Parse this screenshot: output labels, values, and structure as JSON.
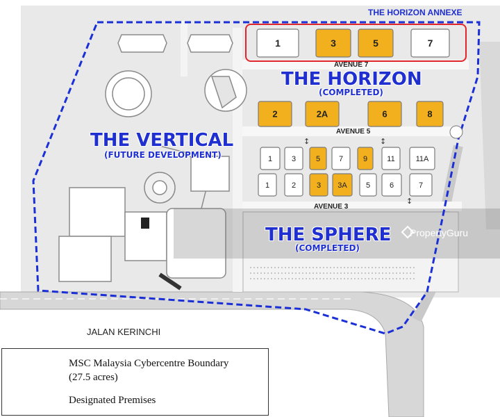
{
  "zones": {
    "horizon": {
      "title": "THE HORIZON",
      "subtitle": "(COMPLETED)"
    },
    "vertical": {
      "title": "THE VERTICAL",
      "subtitle": "(FUTURE DEVELOPMENT)"
    },
    "sphere": {
      "title": "THE SPHERE",
      "subtitle": "(COMPLETED)"
    },
    "annexe": {
      "title": "THE HORIZON ANNEXE"
    }
  },
  "roads": {
    "avenue7": "AVENUE 7",
    "avenue5": "AVENUE 5",
    "avenue3": "AVENUE 3",
    "jalan_kerinchi": "JALAN KERINCHI"
  },
  "buildings": {
    "annexe": [
      {
        "label": "1",
        "designated": false
      },
      {
        "label": "3",
        "designated": true
      },
      {
        "label": "5",
        "designated": true
      },
      {
        "label": "7",
        "designated": false
      }
    ],
    "horizon_row": [
      {
        "label": "2",
        "designated": true
      },
      {
        "label": "2A",
        "designated": true
      },
      {
        "label": "6",
        "designated": true
      },
      {
        "label": "8",
        "designated": true
      }
    ],
    "sphere_top_row": [
      {
        "label": "1",
        "designated": false
      },
      {
        "label": "3",
        "designated": false
      },
      {
        "label": "5",
        "designated": true
      },
      {
        "label": "7",
        "designated": false
      },
      {
        "label": "9",
        "designated": true
      },
      {
        "label": "11",
        "designated": false
      },
      {
        "label": "11A",
        "designated": false
      }
    ],
    "sphere_bottom_row": [
      {
        "label": "1",
        "designated": false
      },
      {
        "label": "2",
        "designated": false
      },
      {
        "label": "3",
        "designated": true
      },
      {
        "label": "3A",
        "designated": true
      },
      {
        "label": "5",
        "designated": false
      },
      {
        "label": "6",
        "designated": false
      },
      {
        "label": "7",
        "designated": false
      }
    ]
  },
  "legend": {
    "boundary_label": "MSC Malaysia Cybercentre Boundary",
    "boundary_area": "(27.5 acres)",
    "premises_label": "Designated Premises"
  },
  "watermark": "PropertyGuru",
  "colors": {
    "designated": "#f2b01e",
    "title_blue": "#1f2fd0",
    "boundary": "#1a2fd6",
    "annexe_outline": "#e0262b",
    "road": "#dcdcdc",
    "building": "#ffffff"
  }
}
